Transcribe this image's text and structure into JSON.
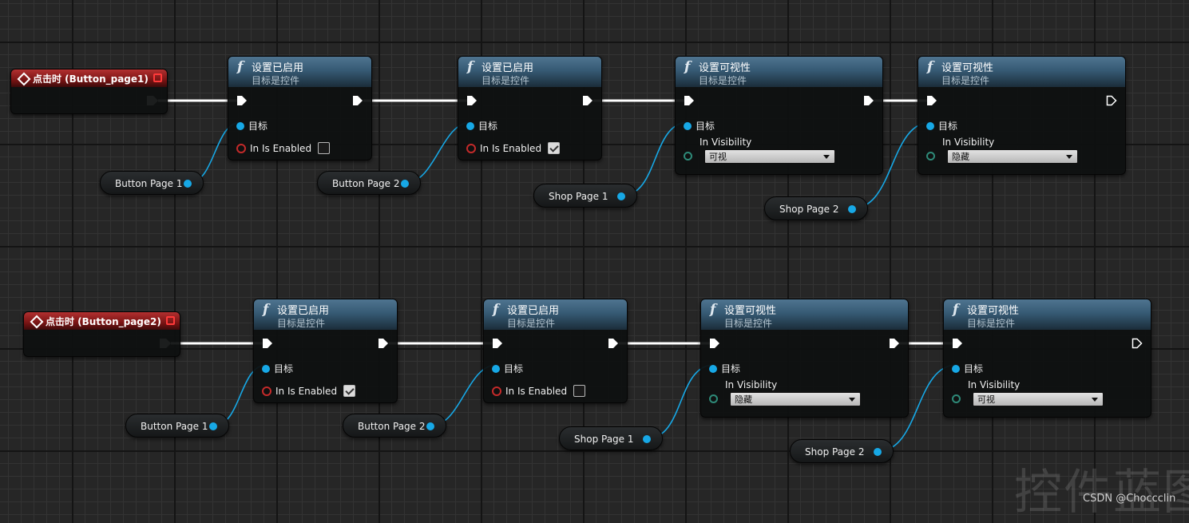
{
  "graph": {
    "rows": [
      {
        "event": {
          "title": "点击时 (Button_page1)"
        },
        "nodes": [
          {
            "function_icon": "f",
            "title": "设置已启用",
            "subtitle": "目标是控件",
            "target_label": "目标",
            "bool_label": "In Is Enabled",
            "bool_value": false
          },
          {
            "function_icon": "f",
            "title": "设置已启用",
            "subtitle": "目标是控件",
            "target_label": "目标",
            "bool_label": "In Is Enabled",
            "bool_value": true
          },
          {
            "function_icon": "f",
            "title": "设置可视性",
            "subtitle": "目标是控件",
            "target_label": "目标",
            "visibility_label": "In Visibility",
            "visibility_value": "可视"
          },
          {
            "function_icon": "f",
            "title": "设置可视性",
            "subtitle": "目标是控件",
            "target_label": "目标",
            "visibility_label": "In Visibility",
            "visibility_value": "隐藏"
          }
        ],
        "variables": [
          "Button Page 1",
          "Button Page 2",
          "Shop Page 1",
          "Shop Page 2"
        ]
      },
      {
        "event": {
          "title": "点击时 (Button_page2)"
        },
        "nodes": [
          {
            "function_icon": "f",
            "title": "设置已启用",
            "subtitle": "目标是控件",
            "target_label": "目标",
            "bool_label": "In Is Enabled",
            "bool_value": true
          },
          {
            "function_icon": "f",
            "title": "设置已启用",
            "subtitle": "目标是控件",
            "target_label": "目标",
            "bool_label": "In Is Enabled",
            "bool_value": false
          },
          {
            "function_icon": "f",
            "title": "设置可视性",
            "subtitle": "目标是控件",
            "target_label": "目标",
            "visibility_label": "In Visibility",
            "visibility_value": "隐藏"
          },
          {
            "function_icon": "f",
            "title": "设置可视性",
            "subtitle": "目标是控件",
            "target_label": "目标",
            "visibility_label": "In Visibility",
            "visibility_value": "可视"
          }
        ],
        "variables": [
          "Button Page 1",
          "Button Page 2",
          "Shop Page 1",
          "Shop Page 2"
        ]
      }
    ]
  },
  "watermark": "控件蓝图",
  "credit": "CSDN @Choccclin",
  "colors": {
    "event_header": "#8a1c1c",
    "function_header": "#365a74",
    "object_pin": "#17a8e6",
    "bool_pin": "#c42a2a",
    "enum_pin": "#2e8a78",
    "exec_wire": "#ffffff",
    "grid_background": "#262626"
  }
}
